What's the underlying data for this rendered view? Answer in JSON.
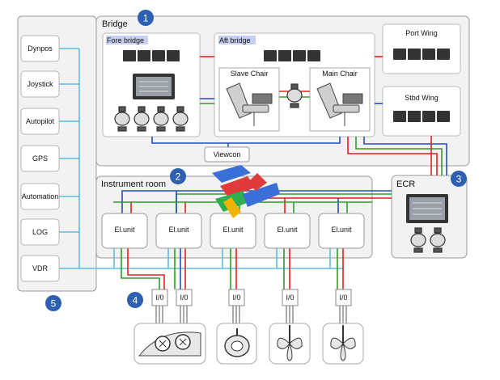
{
  "side_panel": {
    "number": "5",
    "items": [
      "Dynpos",
      "Joystick",
      "Autopilot",
      "GPS",
      "Automation",
      "LOG",
      "VDR"
    ]
  },
  "bridge": {
    "number": "1",
    "title": "Bridge",
    "fore_bridge": "Fore bridge",
    "aft_bridge": "Aft bridge",
    "slave_chair": "Slave Chair",
    "main_chair": "Main Chair",
    "port_wing": "Port Wing",
    "stbd_wing": "Stbd Wing",
    "viewcon": "Viewcon"
  },
  "instrument_room": {
    "number": "2",
    "title": "Instrument room",
    "units": [
      "El.unit",
      "El.unit",
      "El.unit",
      "El.unit",
      "El.unit"
    ]
  },
  "ecr": {
    "number": "3",
    "title": "ECR"
  },
  "io": {
    "number": "4",
    "labels": [
      "I/0",
      "I/0",
      "I/0",
      "I/0",
      "I/0"
    ]
  },
  "colors": {
    "blue": "#1f4fbf",
    "red": "#e02020",
    "green": "#2aa02a",
    "cyan": "#5bbde0",
    "badge": "#2d60b0",
    "panel_stroke": "#9a9a9a",
    "panel_fill": "#f2f2f2"
  }
}
